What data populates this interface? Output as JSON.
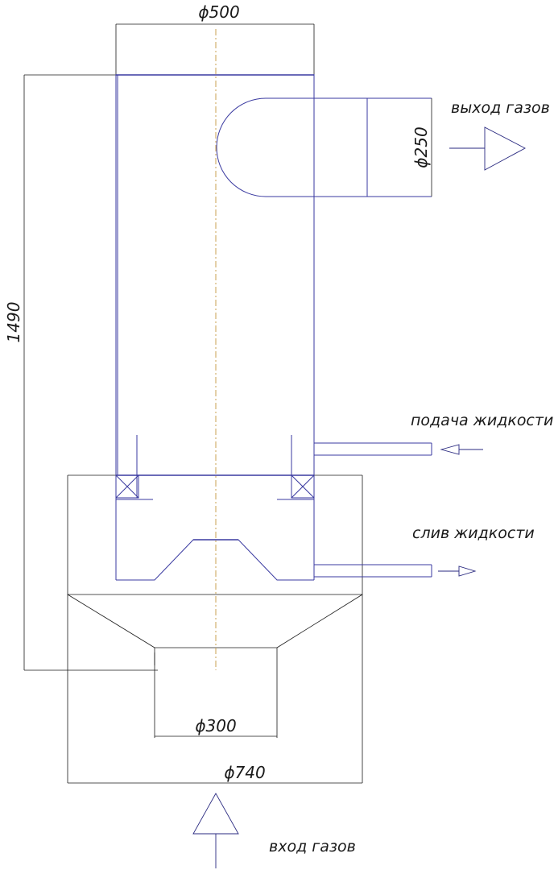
{
  "dimensions": {
    "top_diameter": "ϕ500",
    "outlet_diameter": "ϕ250",
    "height": "1490",
    "bottom_inner_diameter": "ϕ300",
    "bottom_outer_diameter": "ϕ740"
  },
  "labels": {
    "gas_outlet": "выход газов",
    "liquid_supply": "подача жидкости",
    "liquid_drain": "слив жидкости",
    "gas_inlet": "вход газов"
  },
  "colors": {
    "part_lines": "#3a3aa0",
    "dimension_lines": "#1a1a1a",
    "centerline": "#c8a050",
    "arrows": "#2a2a80"
  }
}
